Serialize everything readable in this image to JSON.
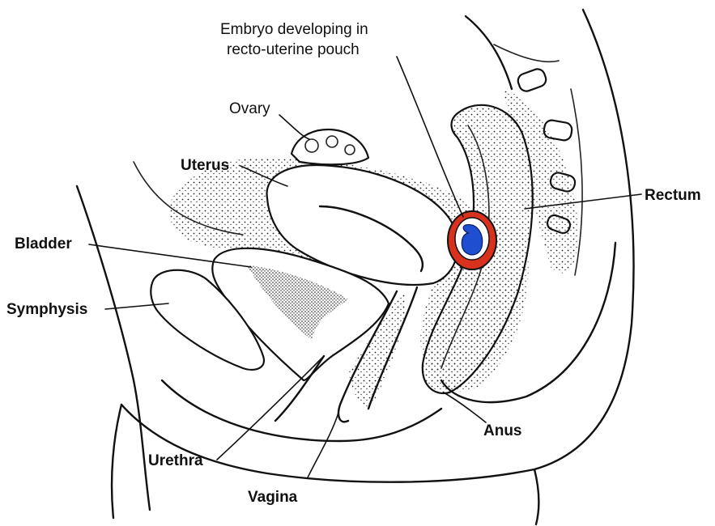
{
  "labels": {
    "embryo_line1": "Embryo developing in",
    "embryo_line2": "recto-uterine pouch",
    "ovary": "Ovary",
    "uterus": "Uterus",
    "rectum": "Rectum",
    "bladder": "Bladder",
    "symphysis": "Symphysis",
    "anus": "Anus",
    "urethra": "Urethra",
    "vagina": "Vagina"
  },
  "colors": {
    "line": "#111111",
    "background": "#ffffff",
    "embryo_sac": "#d8321e",
    "embryo": "#1f4fd0"
  }
}
